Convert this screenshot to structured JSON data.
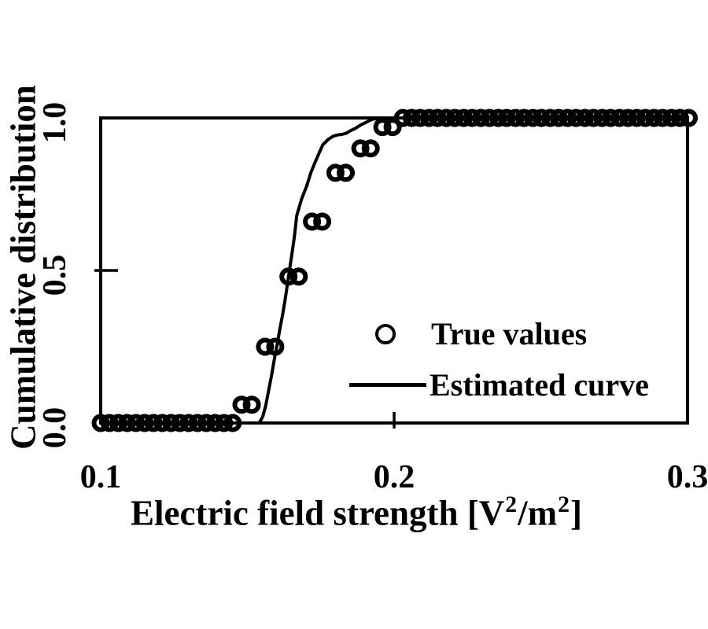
{
  "figure": {
    "ink_color": "#000000",
    "background_color": "#ffffff"
  },
  "chart_data": {
    "type": "scatter",
    "title": "",
    "xlabel_segments": [
      {
        "text": "Electric field strength [V",
        "sup": false
      },
      {
        "text": "2",
        "sup": true
      },
      {
        "text": "/m",
        "sup": false
      },
      {
        "text": "2",
        "sup": true
      },
      {
        "text": "]",
        "sup": false
      }
    ],
    "xlabel_plain": "Electric field strength [V2/m2]",
    "ylabel": "Cumulative distribution",
    "xlim": [
      0.1,
      0.3
    ],
    "ylim": [
      0.0,
      1.0
    ],
    "grid": false,
    "x_ticks": [
      {
        "value": 0.1,
        "label": "0.1",
        "tick_mark": false
      },
      {
        "value": 0.2,
        "label": "0.2",
        "tick_mark": true
      },
      {
        "value": 0.3,
        "label": "0.3",
        "tick_mark": false
      }
    ],
    "y_ticks": [
      {
        "value": 0.0,
        "label": "0.0",
        "tick_mark": false
      },
      {
        "value": 0.5,
        "label": "0.5",
        "tick_mark": true
      },
      {
        "value": 1.0,
        "label": "1.0",
        "tick_mark": false
      }
    ],
    "legend": {
      "position": "inside-right"
    },
    "series": [
      {
        "name": "True values",
        "type": "scatter",
        "marker": "open-circle",
        "points": [
          [
            0.1,
            0.0
          ],
          [
            0.103,
            0.0
          ],
          [
            0.106,
            0.0
          ],
          [
            0.109,
            0.0
          ],
          [
            0.112,
            0.0
          ],
          [
            0.115,
            0.0
          ],
          [
            0.118,
            0.0
          ],
          [
            0.121,
            0.0
          ],
          [
            0.124,
            0.0
          ],
          [
            0.127,
            0.0
          ],
          [
            0.13,
            0.0
          ],
          [
            0.133,
            0.0
          ],
          [
            0.136,
            0.0
          ],
          [
            0.139,
            0.0
          ],
          [
            0.142,
            0.0
          ],
          [
            0.145,
            0.0
          ],
          [
            0.148,
            0.06
          ],
          [
            0.1515,
            0.06
          ],
          [
            0.156,
            0.25
          ],
          [
            0.1595,
            0.25
          ],
          [
            0.164,
            0.48
          ],
          [
            0.1675,
            0.48
          ],
          [
            0.172,
            0.66
          ],
          [
            0.1755,
            0.66
          ],
          [
            0.18,
            0.82
          ],
          [
            0.1835,
            0.82
          ],
          [
            0.1885,
            0.9
          ],
          [
            0.192,
            0.9
          ],
          [
            0.196,
            0.97
          ],
          [
            0.1995,
            0.97
          ],
          [
            0.203,
            1.0
          ],
          [
            0.206,
            1.0
          ],
          [
            0.2089,
            1.0
          ],
          [
            0.2119,
            1.0
          ],
          [
            0.2148,
            1.0
          ],
          [
            0.2178,
            1.0
          ],
          [
            0.2207,
            1.0
          ],
          [
            0.2237,
            1.0
          ],
          [
            0.2266,
            1.0
          ],
          [
            0.2296,
            1.0
          ],
          [
            0.2325,
            1.0
          ],
          [
            0.2355,
            1.0
          ],
          [
            0.2384,
            1.0
          ],
          [
            0.2414,
            1.0
          ],
          [
            0.2443,
            1.0
          ],
          [
            0.2473,
            1.0
          ],
          [
            0.2502,
            1.0
          ],
          [
            0.2532,
            1.0
          ],
          [
            0.2561,
            1.0
          ],
          [
            0.2591,
            1.0
          ],
          [
            0.262,
            1.0
          ],
          [
            0.265,
            1.0
          ],
          [
            0.2679,
            1.0
          ],
          [
            0.2709,
            1.0
          ],
          [
            0.2738,
            1.0
          ],
          [
            0.2768,
            1.0
          ],
          [
            0.2797,
            1.0
          ],
          [
            0.2827,
            1.0
          ],
          [
            0.2856,
            1.0
          ],
          [
            0.2886,
            1.0
          ],
          [
            0.2915,
            1.0
          ],
          [
            0.2945,
            1.0
          ],
          [
            0.2974,
            1.0
          ],
          [
            0.3004,
            1.0
          ]
        ]
      },
      {
        "name": "Estimated curve",
        "type": "line",
        "points": [
          [
            0.1,
            0.0
          ],
          [
            0.154,
            0.0
          ],
          [
            0.1552,
            0.02
          ],
          [
            0.1562,
            0.055
          ],
          [
            0.1572,
            0.105
          ],
          [
            0.1582,
            0.155
          ],
          [
            0.1592,
            0.21
          ],
          [
            0.1602,
            0.26
          ],
          [
            0.1611,
            0.31
          ],
          [
            0.162,
            0.356
          ],
          [
            0.1628,
            0.4
          ],
          [
            0.1636,
            0.452
          ],
          [
            0.1644,
            0.505
          ],
          [
            0.1652,
            0.556
          ],
          [
            0.166,
            0.61
          ],
          [
            0.1668,
            0.68
          ],
          [
            0.1685,
            0.735
          ],
          [
            0.1702,
            0.776
          ],
          [
            0.1716,
            0.82
          ],
          [
            0.173,
            0.853
          ],
          [
            0.1744,
            0.884
          ],
          [
            0.1757,
            0.912
          ],
          [
            0.1776,
            0.93
          ],
          [
            0.1792,
            0.94
          ],
          [
            0.1806,
            0.944
          ],
          [
            0.1822,
            0.946
          ],
          [
            0.1837,
            0.95
          ],
          [
            0.1851,
            0.958
          ],
          [
            0.187,
            0.967
          ],
          [
            0.1886,
            0.977
          ],
          [
            0.1899,
            0.983
          ],
          [
            0.1913,
            0.99
          ],
          [
            0.1926,
            0.996
          ],
          [
            0.1965,
            1.0
          ],
          [
            0.2005,
            1.0
          ]
        ]
      }
    ]
  }
}
